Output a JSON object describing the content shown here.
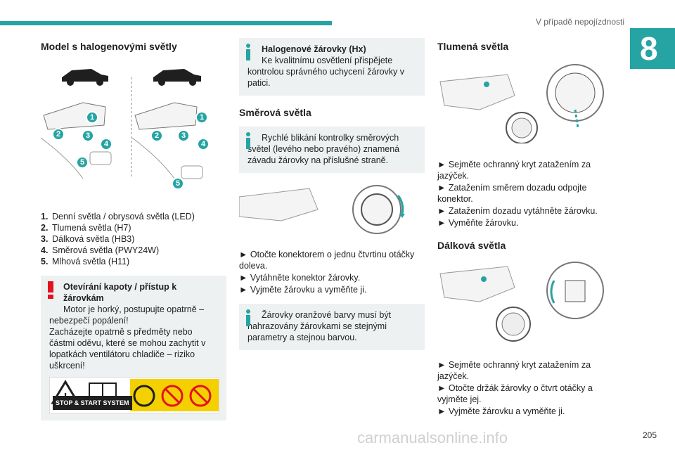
{
  "header": {
    "chapter_title": "V případě nepojízdnosti",
    "chapter_number": "8",
    "page_number": "205",
    "watermark": "carmanualsonline.info"
  },
  "col1": {
    "heading": "Model s halogenovými světly",
    "callouts": [
      "1",
      "2",
      "3",
      "4",
      "5"
    ],
    "list": [
      {
        "num": "1.",
        "text": "Denní světla / obrysová světla (LED)"
      },
      {
        "num": "2.",
        "text": "Tlumená světla (H7)"
      },
      {
        "num": "3.",
        "text": "Dálková světla (HB3)"
      },
      {
        "num": "4.",
        "text": "Směrová světla (PWY24W)"
      },
      {
        "num": "5.",
        "text": "Mlhová světla (H11)"
      }
    ],
    "warning": {
      "title": "Otevírání kapoty / přístup k žárovkám",
      "line1": "Motor je horký, postupujte opatrně –",
      "line2": "nebezpečí popálení!",
      "line3": "Zacházejte opatrně s předměty nebo částmi oděvu, které se mohou zachytit v lopatkách ventilátoru chladiče – riziko uškrcení!",
      "stop_start": "STOP & START SYSTEM"
    }
  },
  "col2": {
    "note1": {
      "title": "Halogenové žárovky (Hx)",
      "text": "Ke kvalitnímu osvětlení přispějete kontrolou správného uchycení žárovky v patici."
    },
    "heading": "Směrová světla",
    "note2": "Rychlé blikání kontrolky směrových světel (levého nebo pravého) znamená závadu žárovky na příslušné straně.",
    "steps": [
      "► Otočte konektorem o jednu čtvrtinu otáčky doleva.",
      "► Vytáhněte konektor žárovky.",
      "► Vyjměte žárovku a vyměňte ji."
    ],
    "note3": "Žárovky oranžové barvy musí být nahrazovány žárovkami se stejnými parametry a stejnou barvou."
  },
  "col3": {
    "heading1": "Tlumená světla",
    "steps1": [
      "► Sejměte ochranný kryt zatažením za jazýček.",
      "► Zatažením směrem dozadu odpojte konektor.",
      "► Zatažením dozadu vytáhněte žárovku.",
      "► Vyměňte žárovku."
    ],
    "heading2": "Dálková světla",
    "steps2": [
      "► Sejměte ochranný kryt zatažením za jazýček.",
      "► Otočte držák žárovky o čtvrt otáčky a vyjměte jej.",
      "► Vyjměte žárovku a vyměňte ji."
    ]
  },
  "colors": {
    "accent": "#26a3a3",
    "warning": "#e2131f",
    "box": "#eef1f2"
  }
}
